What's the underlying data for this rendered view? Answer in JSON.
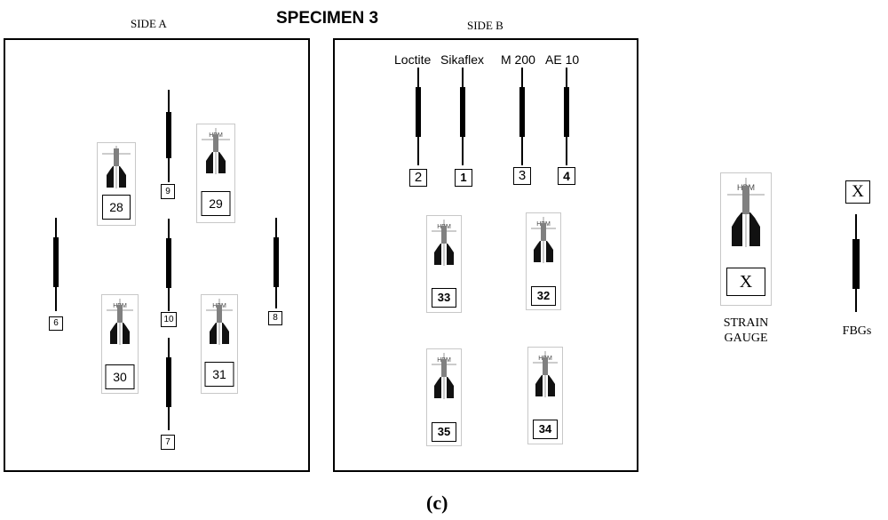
{
  "title": "SPECIMEN 3",
  "side_a": {
    "label": "SIDE A",
    "fbgs": [
      "9",
      "6",
      "10",
      "8",
      "7"
    ],
    "gauges": [
      "28",
      "29",
      "30",
      "31"
    ]
  },
  "side_b": {
    "label": "SIDE B",
    "adhesives": [
      "Loctite",
      "Sikaflex",
      "M 200",
      "AE 10"
    ],
    "fbgs": [
      "2",
      "1",
      "3",
      "4"
    ],
    "gauges": [
      "33",
      "32",
      "35",
      "34"
    ]
  },
  "legend": {
    "gauge_symbol": "X",
    "gauge_label_line1": "STRAIN",
    "gauge_label_line2": "GAUGE",
    "fbg_symbol": "X",
    "fbg_label": "FBGs"
  },
  "caption": "(c)"
}
